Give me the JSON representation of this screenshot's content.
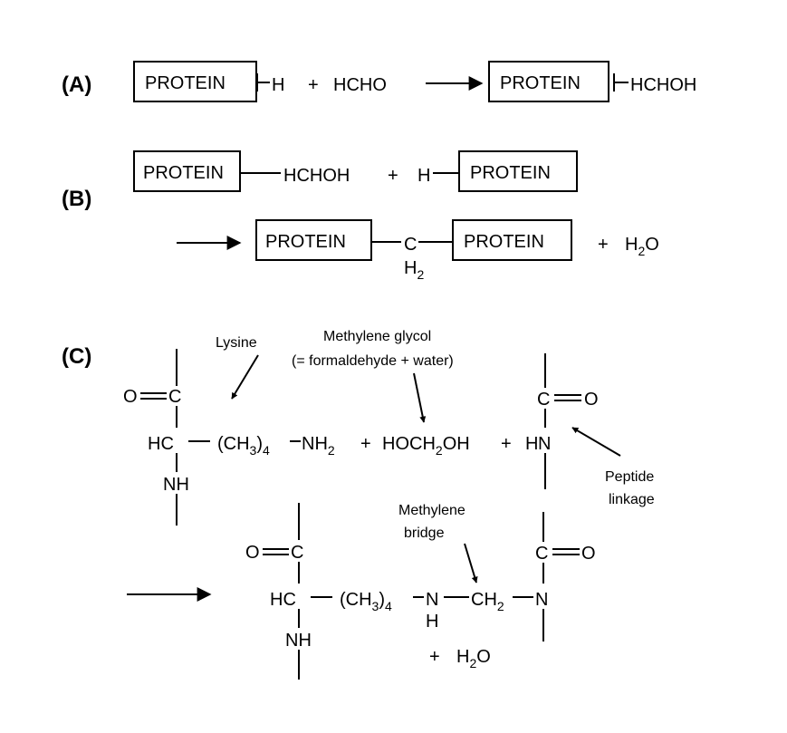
{
  "labels": {
    "a": "(A)",
    "b": "(B)",
    "c": "(C)"
  },
  "common": {
    "protein": "PROTEIN",
    "plus": "+",
    "h": "H",
    "hchoh": "HCHOH",
    "water_h": "H",
    "water_sub": "2",
    "water_o": "O"
  },
  "reaction_a": {
    "reagent": "HCHO"
  },
  "reaction_b": {
    "carbon": "C",
    "h2_h": "H",
    "h2_sub": "2"
  },
  "reaction_c": {
    "atoms": {
      "o": "O",
      "c": "C",
      "hc": "HC",
      "nh": "NH",
      "n": "N",
      "h": "H",
      "hn_partial": "H"
    },
    "lysine_chain": {
      "open": "(CH",
      "sub3": "3",
      "close": ")",
      "sub4": "4",
      "nh": "NH",
      "sub2": "2"
    },
    "methylene_glycol_formula": {
      "hoch": "HOCH",
      "sub2": "2",
      "oh": "OH"
    },
    "bridge_formula": {
      "ch": "CH",
      "sub2": "2"
    },
    "annotations": {
      "lysine": "Lysine",
      "methylene_glycol": "Methylene glycol",
      "methylene_glycol_note": "(= formaldehyde + water)",
      "peptide_line1": "Peptide",
      "peptide_line2": "linkage",
      "bridge_line1": "Methylene",
      "bridge_line2": "bridge"
    }
  }
}
